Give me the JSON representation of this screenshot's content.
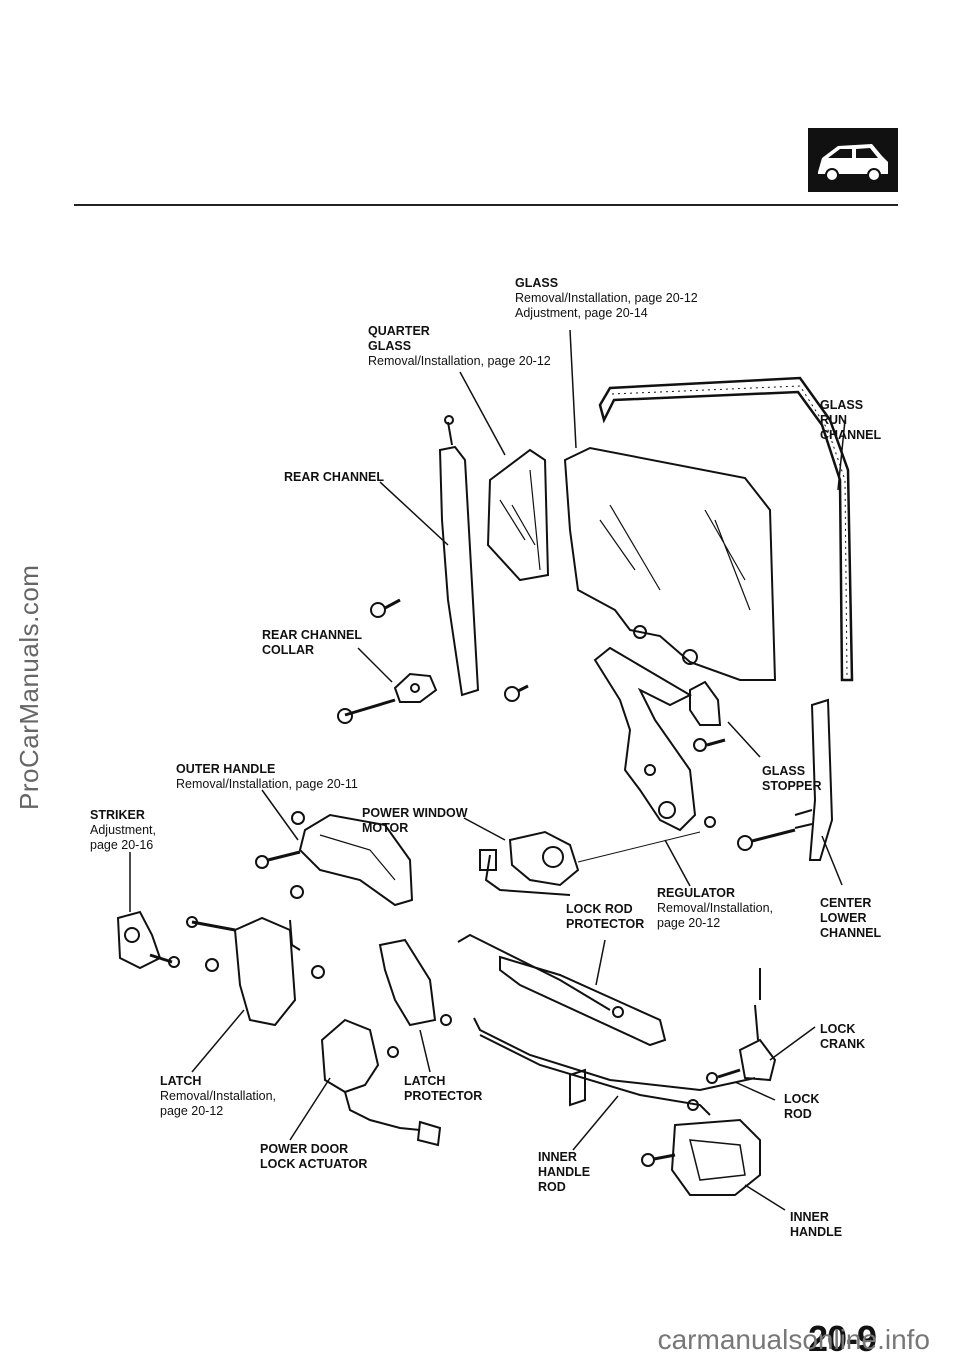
{
  "watermark_side": "ProCarManuals.com",
  "watermark_bottom": "carmanualsonline.info",
  "page_number": "20-9",
  "labels": {
    "glass": {
      "bold": "GLASS",
      "lines": [
        "Removal/Installation, page 20-12",
        "Adjustment, page 20-14"
      ]
    },
    "quarter_glass": {
      "bold": [
        "QUARTER",
        "GLASS"
      ],
      "lines": [
        "Removal/Installation, page 20-12"
      ]
    },
    "glass_run_channel": {
      "bold": [
        "GLASS",
        "RUN",
        "CHANNEL"
      ]
    },
    "rear_channel": {
      "bold": "REAR CHANNEL"
    },
    "rear_channel_collar": {
      "bold": [
        "REAR CHANNEL",
        "COLLAR"
      ]
    },
    "outer_handle": {
      "bold": "OUTER HANDLE",
      "lines": [
        "Removal/Installation, page 20-11"
      ]
    },
    "striker": {
      "bold": "STRIKER",
      "lines": [
        "Adjustment,",
        "page 20-16"
      ]
    },
    "power_window_motor": {
      "bold": [
        "POWER WINDOW",
        "MOTOR"
      ]
    },
    "glass_stopper": {
      "bold": [
        "GLASS",
        "STOPPER"
      ]
    },
    "regulator": {
      "bold": "REGULATOR",
      "lines": [
        "Removal/Installation,",
        "page 20-12"
      ]
    },
    "lock_rod_protector": {
      "bold": [
        "LOCK ROD",
        "PROTECTOR"
      ]
    },
    "center_lower_channel": {
      "bold": [
        "CENTER",
        "LOWER",
        "CHANNEL"
      ]
    },
    "lock_crank": {
      "bold": [
        "LOCK",
        "CRANK"
      ]
    },
    "latch": {
      "bold": "LATCH",
      "lines": [
        "Removal/Installation,",
        "page 20-12"
      ]
    },
    "latch_protector": {
      "bold": [
        "LATCH",
        "PROTECTOR"
      ]
    },
    "lock_rod": {
      "bold": [
        "LOCK",
        "ROD"
      ]
    },
    "power_door_lock_actuator": {
      "bold": [
        "POWER DOOR",
        "LOCK ACTUATOR"
      ]
    },
    "inner_handle_rod": {
      "bold": [
        "INNER",
        "HANDLE",
        "ROD"
      ]
    },
    "inner_handle": {
      "bold": [
        "INNER",
        "HANDLE"
      ]
    }
  }
}
